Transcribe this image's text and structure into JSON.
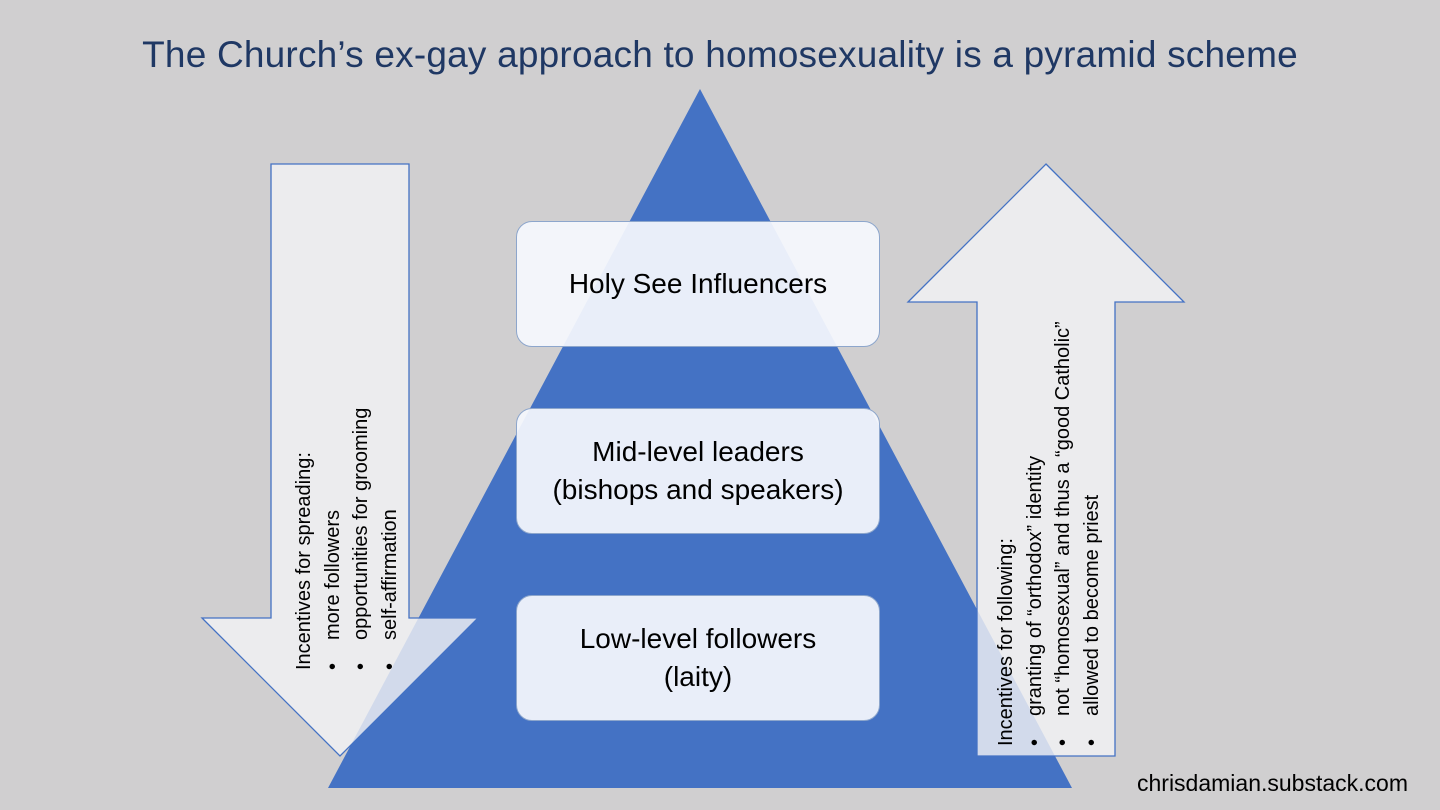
{
  "title": "The Church’s ex-gay approach to homosexuality is a pyramid scheme",
  "colors": {
    "background": "#d0cfd0",
    "pyramid": "#4472c4",
    "title": "#1f3864",
    "arrow_fill": "#f2f1f4",
    "arrow_stroke": "#4472c4"
  },
  "pyramid": {
    "tiers": [
      {
        "label": "Holy See Influencers"
      },
      {
        "label": "Mid-level leaders\n(bishops and speakers)"
      },
      {
        "label": "Low-level followers\n(laity)"
      }
    ]
  },
  "left_arrow": {
    "direction": "down",
    "heading": "Incentives for spreading:",
    "bullets": [
      "more followers",
      "opportunities for grooming",
      "self-affirmation"
    ]
  },
  "right_arrow": {
    "direction": "up",
    "heading": "Incentives for following:",
    "bullets": [
      "granting of “orthodox” identity",
      "not “homosexual” and thus a “good Catholic”",
      "allowed to become priest"
    ]
  },
  "bullet_symbol": "•",
  "credit": "chrisdamian.substack.com"
}
